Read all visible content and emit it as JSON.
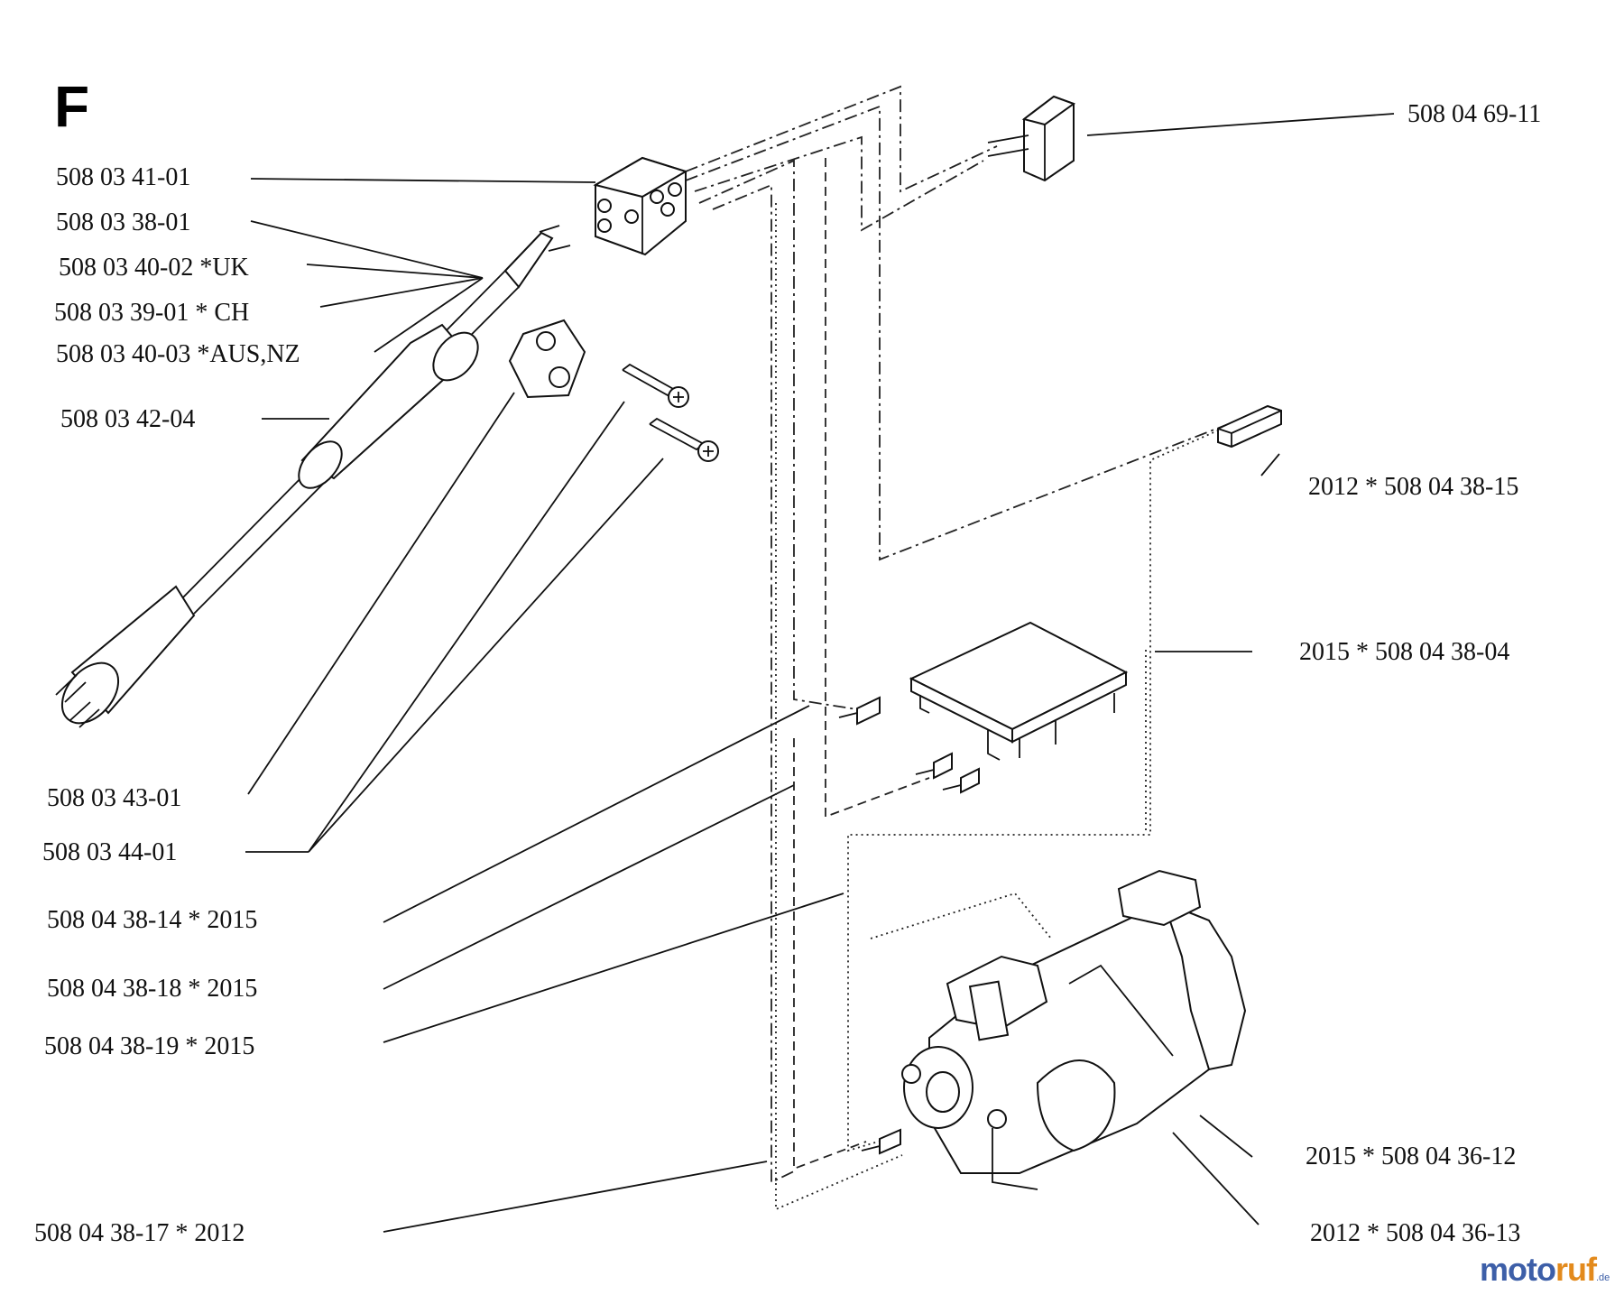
{
  "section_letter": "F",
  "labels": [
    {
      "id": "lbl-1",
      "text": "508 03 41-01"
    },
    {
      "id": "lbl-2",
      "text": "508 03 38-01"
    },
    {
      "id": "lbl-3",
      "text": "508 03 40-02 *UK"
    },
    {
      "id": "lbl-4",
      "text": "508 03 39-01 * CH"
    },
    {
      "id": "lbl-5",
      "text": "508 03 40-03 *AUS,NZ"
    },
    {
      "id": "lbl-6",
      "text": "508 03 42-04"
    },
    {
      "id": "lbl-7",
      "text": "508 03 43-01"
    },
    {
      "id": "lbl-8",
      "text": "508 03 44-01"
    },
    {
      "id": "lbl-9",
      "text": "508 04 38-14 * 2015"
    },
    {
      "id": "lbl-10",
      "text": "508 04 38-18 * 2015"
    },
    {
      "id": "lbl-11",
      "text": "508 04 38-19 * 2015"
    },
    {
      "id": "lbl-12",
      "text": "508 04 38-17 * 2012"
    },
    {
      "id": "lbl-13",
      "text": "508 04 69-11"
    },
    {
      "id": "lbl-14",
      "text": "2012 * 508 04 38-15"
    },
    {
      "id": "lbl-15",
      "text": "2015 * 508 04 38-04"
    },
    {
      "id": "lbl-16",
      "text": "2015 * 508 04 36-12"
    },
    {
      "id": "lbl-17",
      "text": "2012 * 508 04 36-13"
    }
  ],
  "watermark": {
    "part1": "moto",
    "part2": "ruf",
    "tld": ".de"
  }
}
